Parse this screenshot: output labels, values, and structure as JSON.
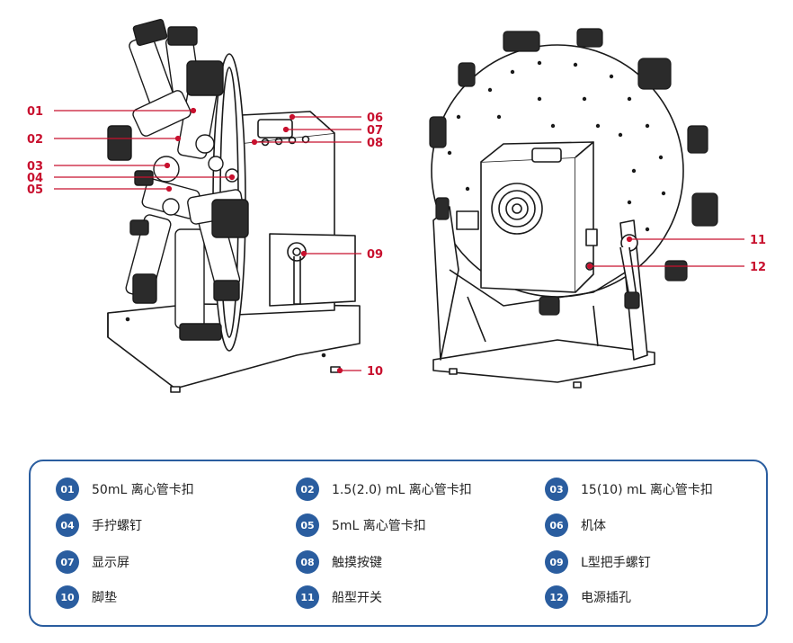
{
  "callouts": [
    {
      "num": "01"
    },
    {
      "num": "02"
    },
    {
      "num": "03"
    },
    {
      "num": "04"
    },
    {
      "num": "05"
    },
    {
      "num": "06"
    },
    {
      "num": "07"
    },
    {
      "num": "08"
    },
    {
      "num": "09"
    },
    {
      "num": "10"
    },
    {
      "num": "11"
    },
    {
      "num": "12"
    }
  ],
  "legend": [
    {
      "num": "01",
      "text": "50mL 离心管卡扣"
    },
    {
      "num": "02",
      "text": "1.5(2.0) mL 离心管卡扣"
    },
    {
      "num": "03",
      "text": "15(10) mL 离心管卡扣"
    },
    {
      "num": "04",
      "text": "手拧螺钉"
    },
    {
      "num": "05",
      "text": "5mL 离心管卡扣"
    },
    {
      "num": "06",
      "text": "机体"
    },
    {
      "num": "07",
      "text": "显示屏"
    },
    {
      "num": "08",
      "text": "触摸按键"
    },
    {
      "num": "09",
      "text": "L型把手螺钉"
    },
    {
      "num": "10",
      "text": "脚垫"
    },
    {
      "num": "11",
      "text": "船型开关"
    },
    {
      "num": "12",
      "text": "电源插孔"
    }
  ],
  "colors": {
    "callout": "#c8102e",
    "accent": "#2a5d9f",
    "line": "#1a1a1a"
  }
}
